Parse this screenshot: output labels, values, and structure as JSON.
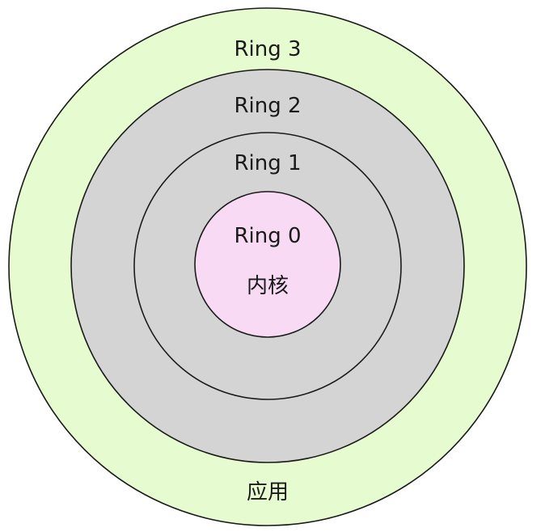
{
  "diagram": {
    "rings": [
      {
        "id": "ring3",
        "label": "Ring 3",
        "fill": "#e6fbcf",
        "stroke": "#1a1a1a"
      },
      {
        "id": "ring2",
        "label": "Ring 2",
        "fill": "#d4d4d4",
        "stroke": "#1a1a1a"
      },
      {
        "id": "ring1",
        "label": "Ring 1",
        "fill": "#d4d4d4",
        "stroke": "#1a1a1a"
      },
      {
        "id": "ring0",
        "label": "Ring 0",
        "fill": "#f8daf5",
        "stroke": "#1a1a1a"
      }
    ],
    "ring0_caption": "内核",
    "ring3_caption": "应用"
  }
}
